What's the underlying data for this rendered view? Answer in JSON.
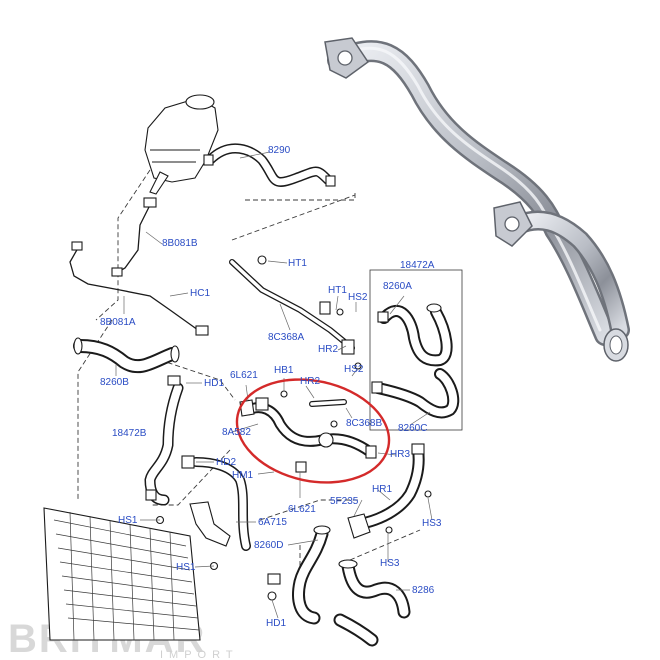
{
  "labels": {
    "l8290": "8290",
    "l8b081b": "8B081B",
    "l8b081a": "8B081A",
    "l8260b": "8260B",
    "l18472b": "18472B",
    "lhc1": "HC1",
    "lhd1a": "HD1",
    "lht1a": "HT1",
    "lht1b": "HT1",
    "l8c368a": "8C368A",
    "l18472a": "18472A",
    "l8260a": "8260A",
    "lhs2a": "HS2",
    "lhr2a": "HR2",
    "lhs2b": "HS2",
    "l6l621a": "6L621",
    "lhb1": "HB1",
    "lhr2b": "HR2",
    "l8c368b": "8C368B",
    "l8a582": "8A582",
    "l8260c": "8260C",
    "lhr3": "HR3",
    "lhd2": "HD2",
    "lhm1": "HM1",
    "l6l621b": "6L621",
    "lhr1": "HR1",
    "l5f235": "5F235",
    "lhs3a": "HS3",
    "lhs1a": "HS1",
    "l6a715": "6A715",
    "l8260d": "8260D",
    "lhs3b": "HS3",
    "lhs1b": "HS1",
    "l8286": "8286",
    "lhd1b": "HD1"
  },
  "watermark": {
    "brand": "BRITMAR",
    "sub": "IMPORT"
  },
  "highlight_color": "#d42a2a",
  "label_color": "#2a4cc4"
}
